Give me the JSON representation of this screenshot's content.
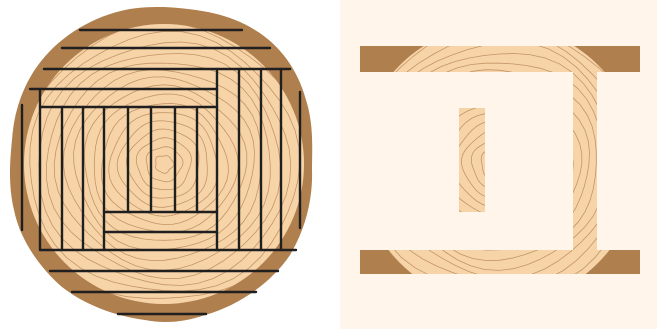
{
  "colors": {
    "background": "#ffffff",
    "bark": "#b07f4e",
    "wood": "#f7d4a8",
    "ring": "#b8895a",
    "cut_line": "#1f1f1f",
    "fade_overlay": "#fff5ea",
    "faded_bark": "#ead8c6"
  },
  "panels": [
    {
      "id": "left-log",
      "description_icon": "sawing-pattern-log"
    },
    {
      "id": "right-log",
      "description_icon": "cut-result-log"
    }
  ]
}
